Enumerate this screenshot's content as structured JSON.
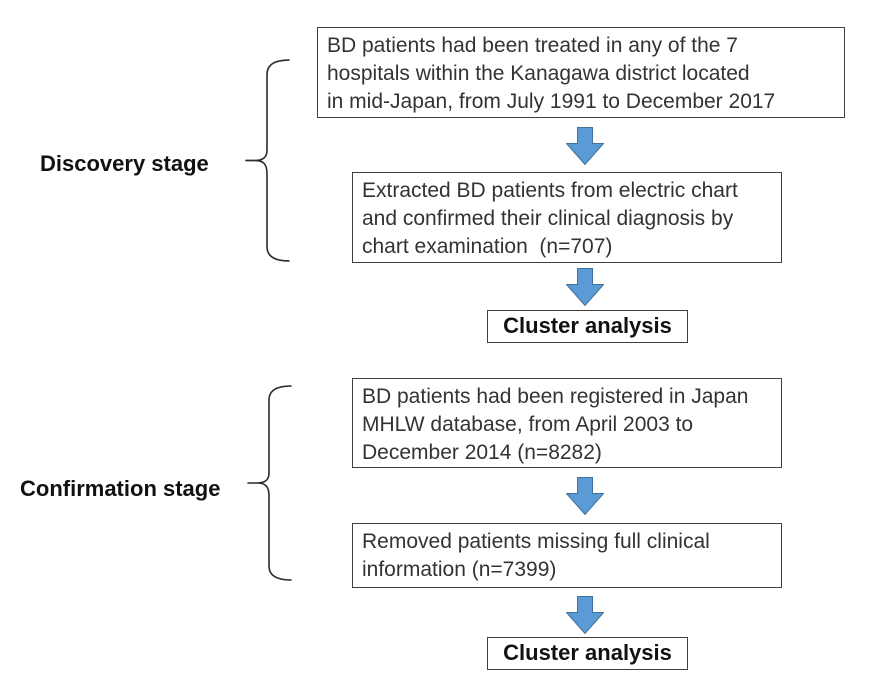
{
  "colors": {
    "arrow_fill": "#5b9bd5",
    "arrow_border": "#41719c",
    "box_border": "#404040",
    "body_text": "#333333",
    "label_text": "#111111"
  },
  "stage1": {
    "label": "Discovery stage",
    "box1": "BD patients had been treated in any of the 7\nhospitals within the Kanagawa district located\nin mid-Japan, from July 1991 to December 2017",
    "box2": "Extracted BD patients from electric chart\nand confirmed their clinical diagnosis by\nchart examination  (n=707)",
    "cluster": "Cluster analysis"
  },
  "stage2": {
    "label": "Confirmation stage",
    "box1": "BD patients had been registered in Japan\nMHLW database, from April 2003 to\nDecember 2014 (n=8282)",
    "box2": "Removed patients missing full clinical\ninformation (n=7399)",
    "cluster": "Cluster analysis"
  }
}
